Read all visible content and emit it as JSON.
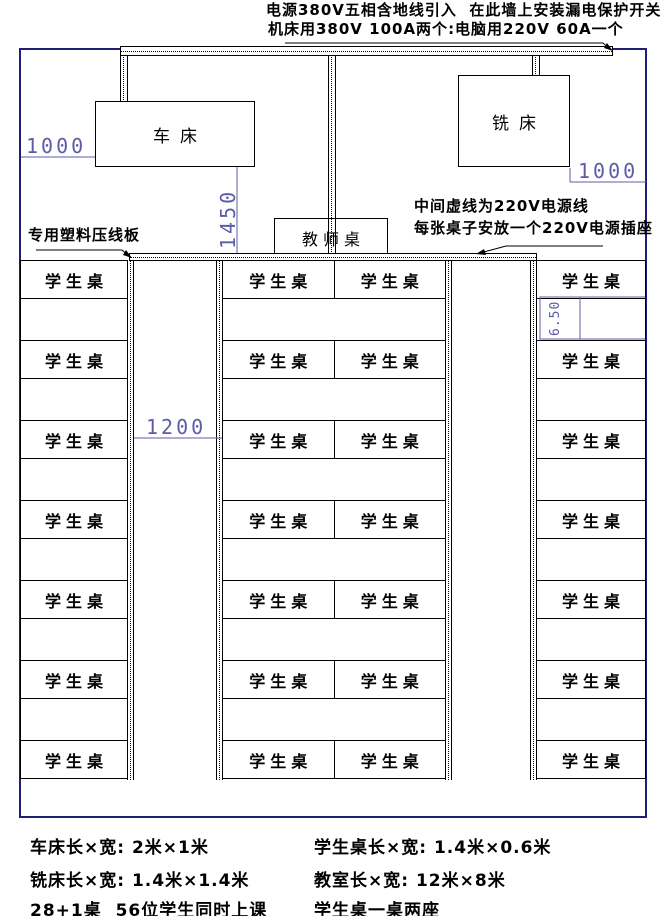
{
  "colors": {
    "wall": "#1f1f7a",
    "dimension": "#5c5ca8",
    "ink": "#000000"
  },
  "top_notes": {
    "line1": "电源380V五相含地线引入  在此墙上安装漏电保护开关",
    "line2": "机床用380V 100A两个:电脑用220V 60A一个"
  },
  "annotations": {
    "raceway_label": "专用塑料压线板",
    "mid_line1": "中间虚线为220V电源线",
    "mid_line2": "每张桌子安放一个220V电源插座"
  },
  "fixtures": {
    "lathe": "车床",
    "mill": "铣床",
    "teacher_desk": "教师桌",
    "student_desk": "学生桌"
  },
  "dimensions": {
    "lathe_wall": "1000",
    "mill_wall": "1000",
    "lathe_to_desks": "1450",
    "aisle": "1200",
    "row_gap": "6.50"
  },
  "legend": {
    "lathe_size": "车床长×宽: 2米×1米",
    "student_desk_size": "学生桌长×宽: 1.4米×0.6米",
    "mill_size": "铣床长×宽: 1.4米×1.4米",
    "room_size": "教室长×宽: 12米×8米",
    "desk_count": "28+1桌  56位学生同时上课",
    "seats_per_desk": "学生桌一桌两座"
  }
}
